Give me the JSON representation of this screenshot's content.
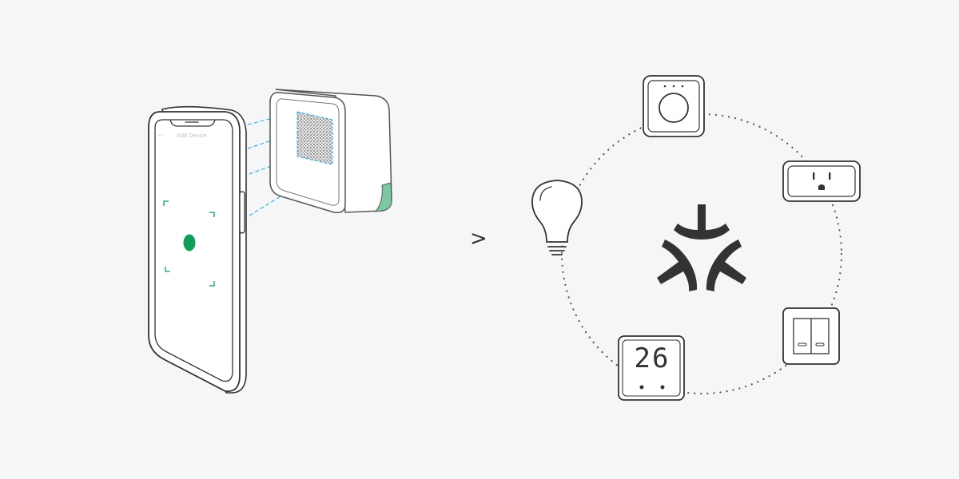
{
  "phone": {
    "screen_title": "Add Device",
    "back_glyph": "←",
    "accent_color": "#0f9d58"
  },
  "qr_device": {
    "accent_color": "#7cc8a0"
  },
  "flow_arrow": ">",
  "hub_logo": {
    "icon": "matter-logo-icon",
    "color": "#333333"
  },
  "devices": [
    {
      "name": "hub",
      "icon": "hub-icon"
    },
    {
      "name": "smart-plug",
      "icon": "outlet-icon"
    },
    {
      "name": "light-switch",
      "icon": "switch-icon"
    },
    {
      "name": "thermometer",
      "icon": "thermometer-icon",
      "reading": "26"
    },
    {
      "name": "light-bulb",
      "icon": "bulb-icon"
    }
  ],
  "colors": {
    "background": "#f5f6f8",
    "line": "#333333",
    "scan_lines": "#29a8e0"
  }
}
